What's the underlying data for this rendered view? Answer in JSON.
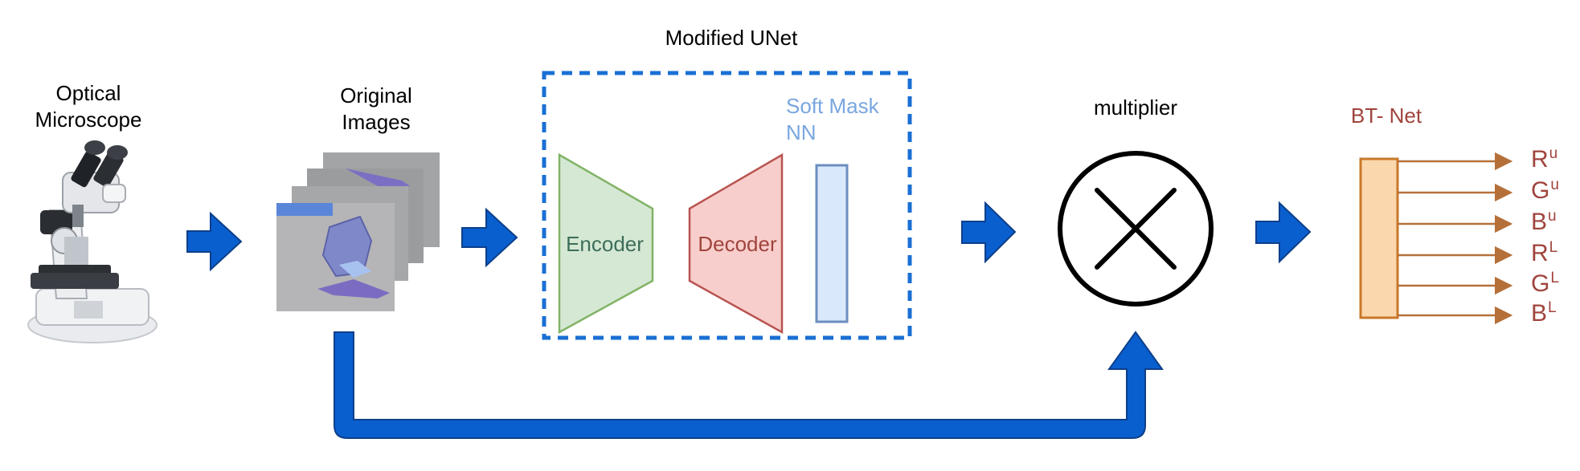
{
  "labels": {
    "optical_microscope": "Optical\nMicroscope",
    "original_images": "Original\nImages",
    "modified_unet": "Modified UNet",
    "soft_mask_nn": "Soft Mask\nNN",
    "encoder": "Encoder",
    "decoder": "Decoder",
    "multiplier": "multiplier",
    "bt_net": "BT- Net"
  },
  "outputs": [
    {
      "base": "R",
      "sup": "u"
    },
    {
      "base": "G",
      "sup": "u"
    },
    {
      "base": "B",
      "sup": "u"
    },
    {
      "base": "R",
      "sup": "L"
    },
    {
      "base": "G",
      "sup": "L"
    },
    {
      "base": "B",
      "sup": "L"
    }
  ],
  "colors": {
    "arrow_blue": "#0a5fcf",
    "unet_border": "#1a6fd4",
    "encoder_fill": "#d5e8d4",
    "encoder_stroke": "#82b366",
    "encoder_text": "#3c6e5a",
    "decoder_fill": "#f8cecc",
    "decoder_stroke": "#b85450",
    "decoder_text": "#a0443c",
    "mask_fill": "#dae8fc",
    "mask_stroke": "#6c8ebf",
    "mask_text": "#7aa6e0",
    "btnet_fill": "#fad7ac",
    "btnet_stroke": "#c8782a",
    "btnet_text": "#a0443c",
    "output_arrow": "#b5703a"
  },
  "icons": [
    "microscope-icon",
    "image-stack-icon",
    "multiply-icon"
  ]
}
